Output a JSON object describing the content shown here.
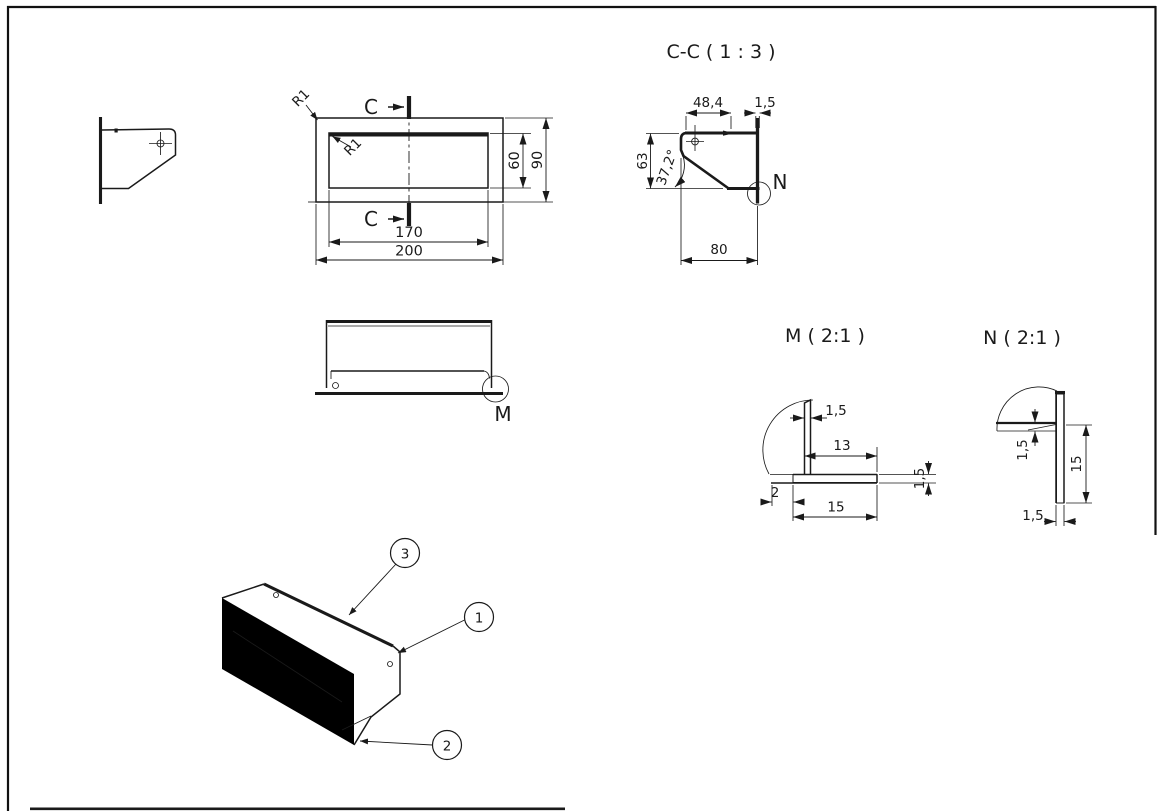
{
  "drawing": {
    "titles": {
      "section": "C-C ( 1 : 3 )",
      "detail_m": "M ( 2:1 )",
      "detail_n": "N ( 2:1 )"
    },
    "labels": {
      "detail_m": "M",
      "detail_n": "N"
    },
    "front_view": {
      "section_letter": "C",
      "outer_width": "200",
      "inner_width": "170",
      "outer_height": "90",
      "inner_height": "60",
      "outer_radius": "R1",
      "inner_radius": "R1"
    },
    "section_view": {
      "top_offset": "48,4",
      "wall_thickness": "1,5",
      "height": "63",
      "angle": "37,2°",
      "depth": "80"
    },
    "detail_m": {
      "wall_thickness": "1,5",
      "inner_depth": "13",
      "plate_thickness": "1,5",
      "edge_offset": "2",
      "outer_depth": "15"
    },
    "detail_n": {
      "flange_thickness": "1,5",
      "wall_height": "15",
      "wall_thickness": "1,5"
    },
    "balloons": [
      {
        "label": "1"
      },
      {
        "label": "2"
      },
      {
        "label": "3"
      }
    ],
    "colors": {
      "line": "#1a1a1a",
      "background": "#ffffff"
    }
  }
}
